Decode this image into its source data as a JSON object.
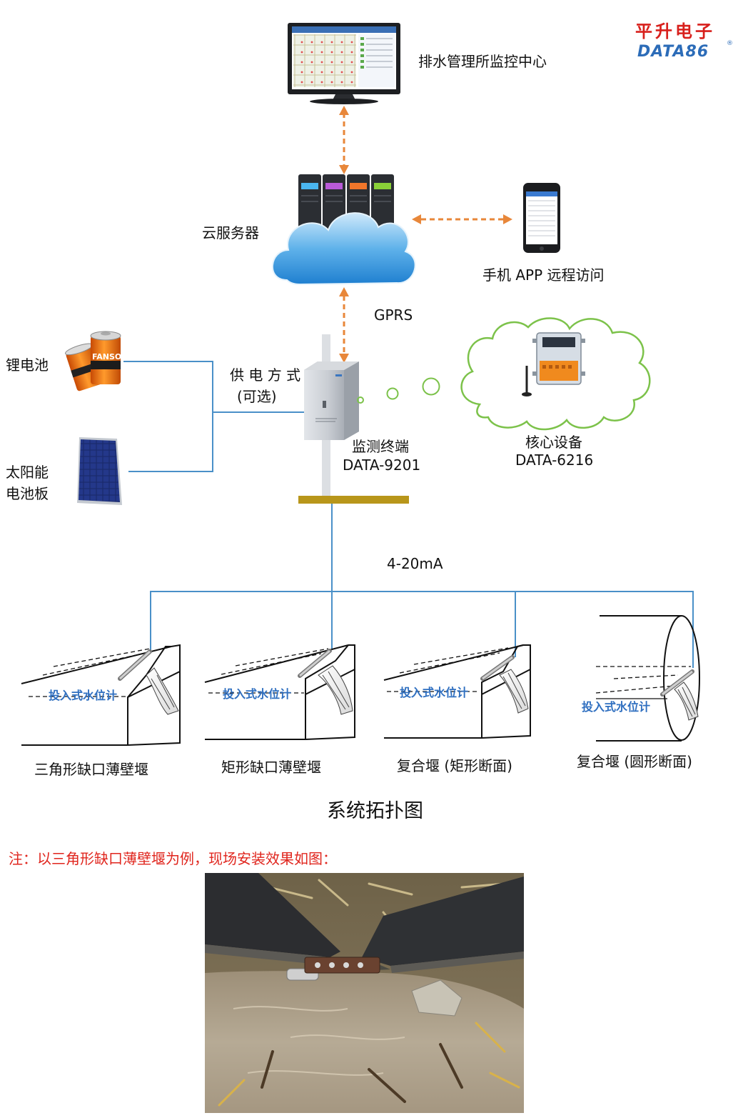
{
  "brand": {
    "cn": "平升电子",
    "en": "DATA86",
    "reg": "®"
  },
  "nodes": {
    "monitor_center": "排水管理所监控中心",
    "cloud_server": "云服务器",
    "mobile_app": "手机 APP 远程访问",
    "gprs": "GPRS",
    "lithium_battery": "锂电池",
    "solar_line1": "太阳能",
    "solar_line2": "电池板",
    "power_mode_line1": "供 电 方 式",
    "power_mode_line2": "(可选)",
    "terminal_line1": "监测终端",
    "terminal_line2": "DATA-9201",
    "core_line1": "核心设备",
    "core_line2": "DATA-6216",
    "signal": "4-20mA",
    "battery_brand": "FANSO"
  },
  "weirs": [
    {
      "sensor": "投入式水位计",
      "caption": "三角形缺口薄壁堰"
    },
    {
      "sensor": "投入式水位计",
      "caption": "矩形缺口薄壁堰"
    },
    {
      "sensor": "投入式水位计",
      "caption": "复合堰 (矩形断面)"
    },
    {
      "sensor": "投入式水位计",
      "caption": "复合堰 (圆形断面)"
    }
  ],
  "diagram_title": "系统拓扑图",
  "note": "注：以三角形缺口薄壁堰为例，现场安装效果如图：",
  "colors": {
    "link": "#4a90c8",
    "dashed_arrow": "#e8873a",
    "brand_red": "#d8201c",
    "brand_blue": "#2c6cb8",
    "note_red": "#e0251d",
    "sensor_label": "#2f6fc0",
    "bar": "#b8961a",
    "cloud_green": "#7cc24a"
  }
}
